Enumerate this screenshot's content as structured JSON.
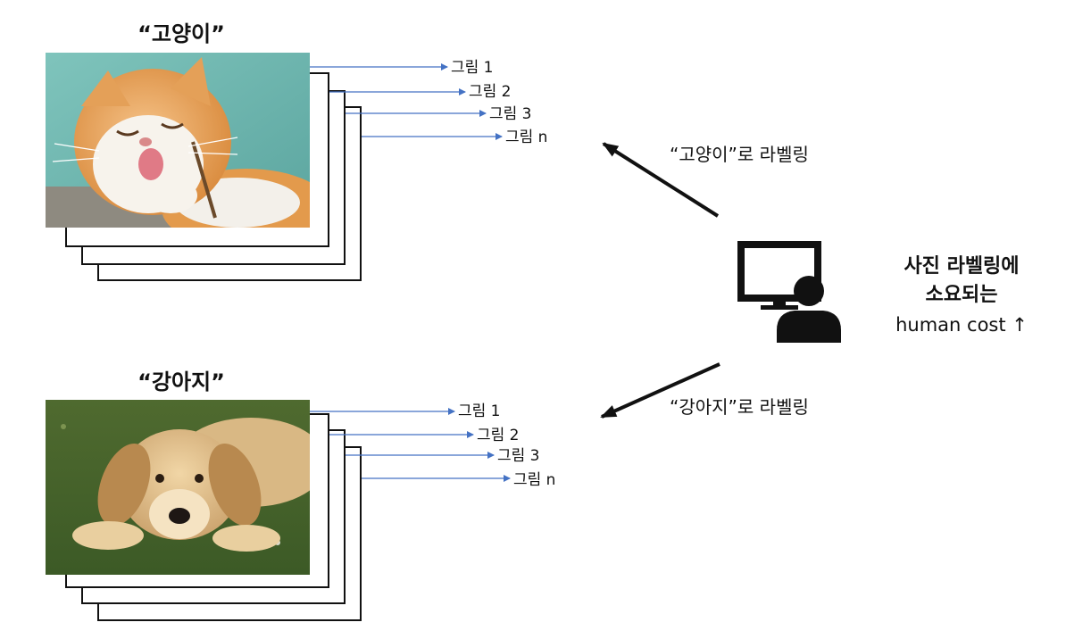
{
  "groups": {
    "cat": {
      "title": "“고양이”",
      "images": [
        "그림 1",
        "그림 2",
        "그림 3",
        "그림 n"
      ],
      "arrow_label": "“고양이”로 라벨링"
    },
    "dog": {
      "title": "“강아지”",
      "images": [
        "그림 1",
        "그림 2",
        "그림 3",
        "그림 n"
      ],
      "arrow_label": "“강아지”로 라벨링"
    }
  },
  "labeler": {
    "icon": "person-at-computer-icon",
    "cost_line1": "사진 라벨링에",
    "cost_line2": "소요되는",
    "cost_line3": "human cost ↑"
  },
  "colors": {
    "connector": "#4472c4",
    "ink": "#111111"
  }
}
